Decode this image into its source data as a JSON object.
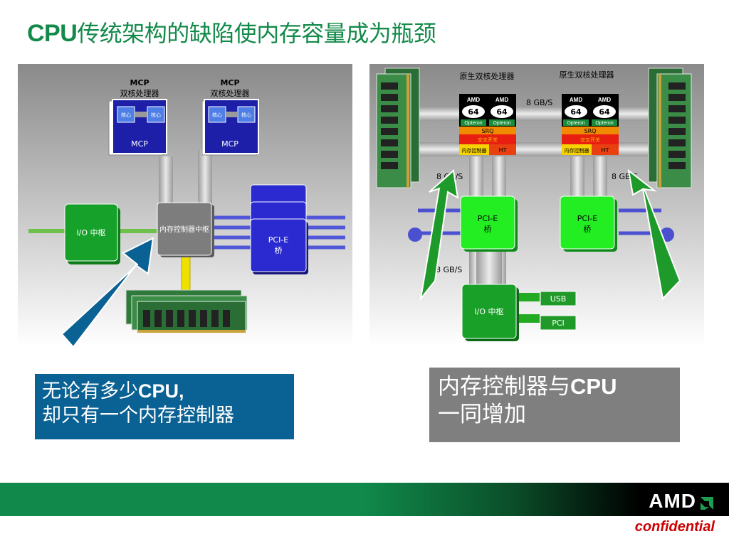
{
  "title": {
    "prefix": "CPU",
    "rest": "传统架构的缺陷使内存容量成为瓶颈"
  },
  "left_diagram": {
    "mcp1_title": "MCP",
    "mcp1_sub": "双核处理器",
    "mcp2_title": "MCP",
    "mcp2_sub": "双核处理器",
    "core_label": "核心",
    "mcp_label": "MCP",
    "io_hub": "I/O 中枢",
    "mem_hub": "内存控制器中枢",
    "pcie": "PCI-E",
    "bridge": "桥"
  },
  "right_diagram": {
    "cpu1_title": "原生双核处理器",
    "cpu2_title": "原生双核处理器",
    "amd_brand": "AMD",
    "opteron": "Opteron",
    "srq": "SRQ",
    "crossbar": "交叉开关",
    "mem_ctrl": "内存控制器",
    "ht": "HT",
    "bw_top": "8 GB/S",
    "bw_left": "8 GB/S",
    "bw_right": "8 GB/S",
    "bw_bottom": "8 GB/S",
    "pcie": "PCI-E",
    "bridge": "桥",
    "io_hub": "I/O 中枢",
    "usb": "USB",
    "pci": "PCI"
  },
  "captions": {
    "left_line1_prefix": "无论有多少",
    "left_line1_bold": "CPU,",
    "left_line2": "却只有一个内存控制器",
    "right_line1_prefix": "内存控制器与",
    "right_line1_bold": "CPU",
    "right_line2": "一同增加"
  },
  "footer": {
    "brand": "AMD",
    "confidential": "confidential"
  },
  "colors": {
    "title_green": "#138a4a",
    "footer_green": "#10894a",
    "caption_blue": "#0a6193",
    "caption_gray": "#7f7f7f",
    "confidential_red": "#cc0000"
  },
  "icons": {
    "logo": "amd-logo-icon",
    "arrow": "up-arrow-icon",
    "memory": "memory-module-icon"
  }
}
